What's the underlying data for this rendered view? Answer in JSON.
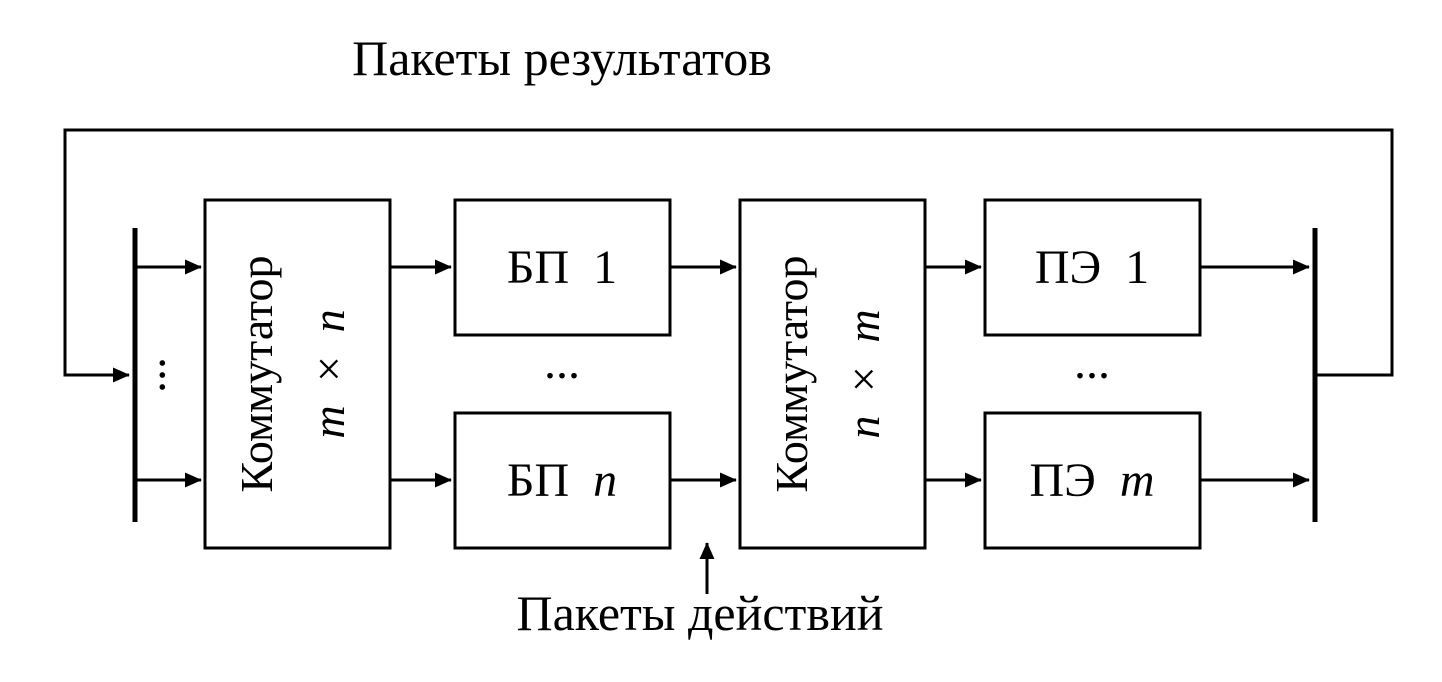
{
  "title": "Пакеты результатов",
  "action_label": "Пакеты действий",
  "blocks": {
    "commutator_mn": {
      "name": "Коммутатор",
      "size_left": "m",
      "size_times": "×",
      "size_right": "n"
    },
    "bp_1": {
      "prefix": "БП",
      "index": "1"
    },
    "bp_n": {
      "prefix": "БП",
      "index": "n"
    },
    "commutator_nm": {
      "name": "Коммутатор",
      "size_left": "n",
      "size_times": "×",
      "size_right": "m"
    },
    "pe_1": {
      "prefix": "ПЭ",
      "index": "1"
    },
    "pe_m": {
      "prefix": "ПЭ",
      "index": "m"
    }
  },
  "ellipsis": {
    "input_bus": "...",
    "bp_column": "...",
    "pe_column": "..."
  },
  "colors": {
    "line": "#000000",
    "background": "#ffffff"
  }
}
